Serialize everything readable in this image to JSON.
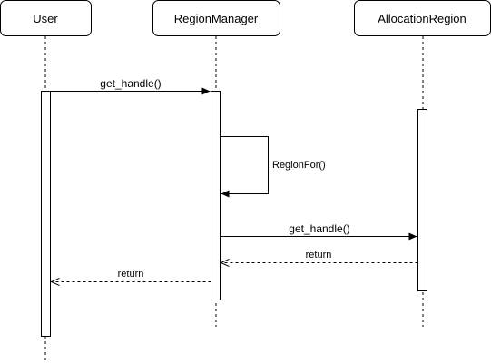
{
  "participants": {
    "user": {
      "label": "User"
    },
    "region_manager": {
      "label": "RegionManager"
    },
    "allocation_region": {
      "label": "AllocationRegion"
    }
  },
  "messages": {
    "user_to_rm": {
      "label": "get_handle()",
      "kind": "call"
    },
    "rm_self": {
      "label": "RegionFor()",
      "kind": "self-call"
    },
    "rm_to_ar": {
      "label": "get_handle()",
      "kind": "call"
    },
    "ar_return": {
      "label": "return",
      "kind": "return"
    },
    "rm_return": {
      "label": "return",
      "kind": "return"
    }
  }
}
